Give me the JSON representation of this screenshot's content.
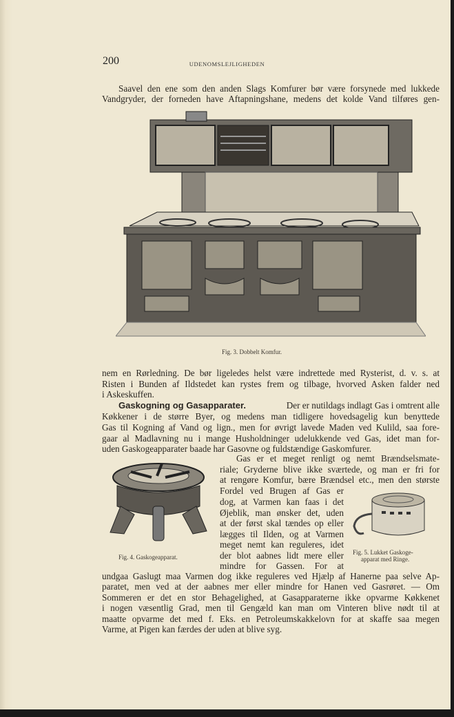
{
  "page_number": "200",
  "running_head": "UDENOMSLEJLIGHEDEN",
  "para1": [
    "Saavel den ene som den anden Slags Komfurer bør være forsynede med lukkede",
    "Vandgryder, der forneden have Aftapningshane, medens det kolde Vand tilføres gen-"
  ],
  "fig3_caption": "Fig. 3.   Dobbelt Komfur.",
  "para2": [
    "nem en Rørledning. De bør ligeledes helst være indrettede med Rysterist, d. v. s. at",
    "Risten i Bunden af Ildstedet kan rystes frem og tilbage, hvorved Asken falder ned",
    "i Askeskuffen."
  ],
  "section_heading": "Gaskogning og Gasapparater.",
  "para3_first_rest": "Der er nutildags indlagt Gas i omtrent alle",
  "para3": [
    "Køkkener i de større Byer, og medens man tidligere hovedsagelig kun benyttede",
    "Gas til Kogning af Vand og lign., men for øvrigt lavede Maden ved Kulild, saa fore-",
    "gaar al Madlavning nu i mange Husholdninger udelukkende ved Gas, idet man for-",
    "uden Gaskogeapparater baade har Gasovne og fuldstændige Gaskomfurer."
  ],
  "para4_wide": [
    "Gas er et meget renligt og nemt Brændselsmate-",
    "riale; Gryderne blive ikke sværtede, og man er fri for",
    "at rengøre Komfur, bære Brændsel etc., men den største"
  ],
  "para4_narrow": [
    "Fordel ved Brugen af Gas er",
    "dog, at Varmen kan faas i det",
    "Øjeblik, man ønsker det, uden",
    "at der først skal tændes op eller",
    "lægges til Ilden, og at Varmen",
    "meget nemt kan reguleres, idet",
    "der blot aabnes lidt mere eller",
    "mindre for Gassen. For at"
  ],
  "para4_full": [
    "undgaa Gaslugt maa Varmen dog ikke reguleres ved Hjælp af Hanerne paa selve Ap-",
    "paratet, men ved at der aabnes mer eller mindre for Hanen ved Gasrøret. — Om",
    "Sommeren er det en stor Behagelighed, at Gasapparaterne ikke opvarme Køkkenet",
    "i nogen væsentlig Grad, men til Gengæld kan man om Vinteren blive nødt til at",
    "maatte opvarme det med f. Eks. en Petroleumskakkelovn for at skaffe saa megen",
    "Varme, at Pigen kan færdes der uden at blive syg."
  ],
  "fig4_caption": "Fig. 4.   Gaskogeapparat.",
  "fig5_caption": [
    "Fig. 5.  Lukket Gaskoge-",
    "apparat med Ringe."
  ],
  "colors": {
    "paper": "#efe8d3",
    "ink": "#2a2621"
  }
}
